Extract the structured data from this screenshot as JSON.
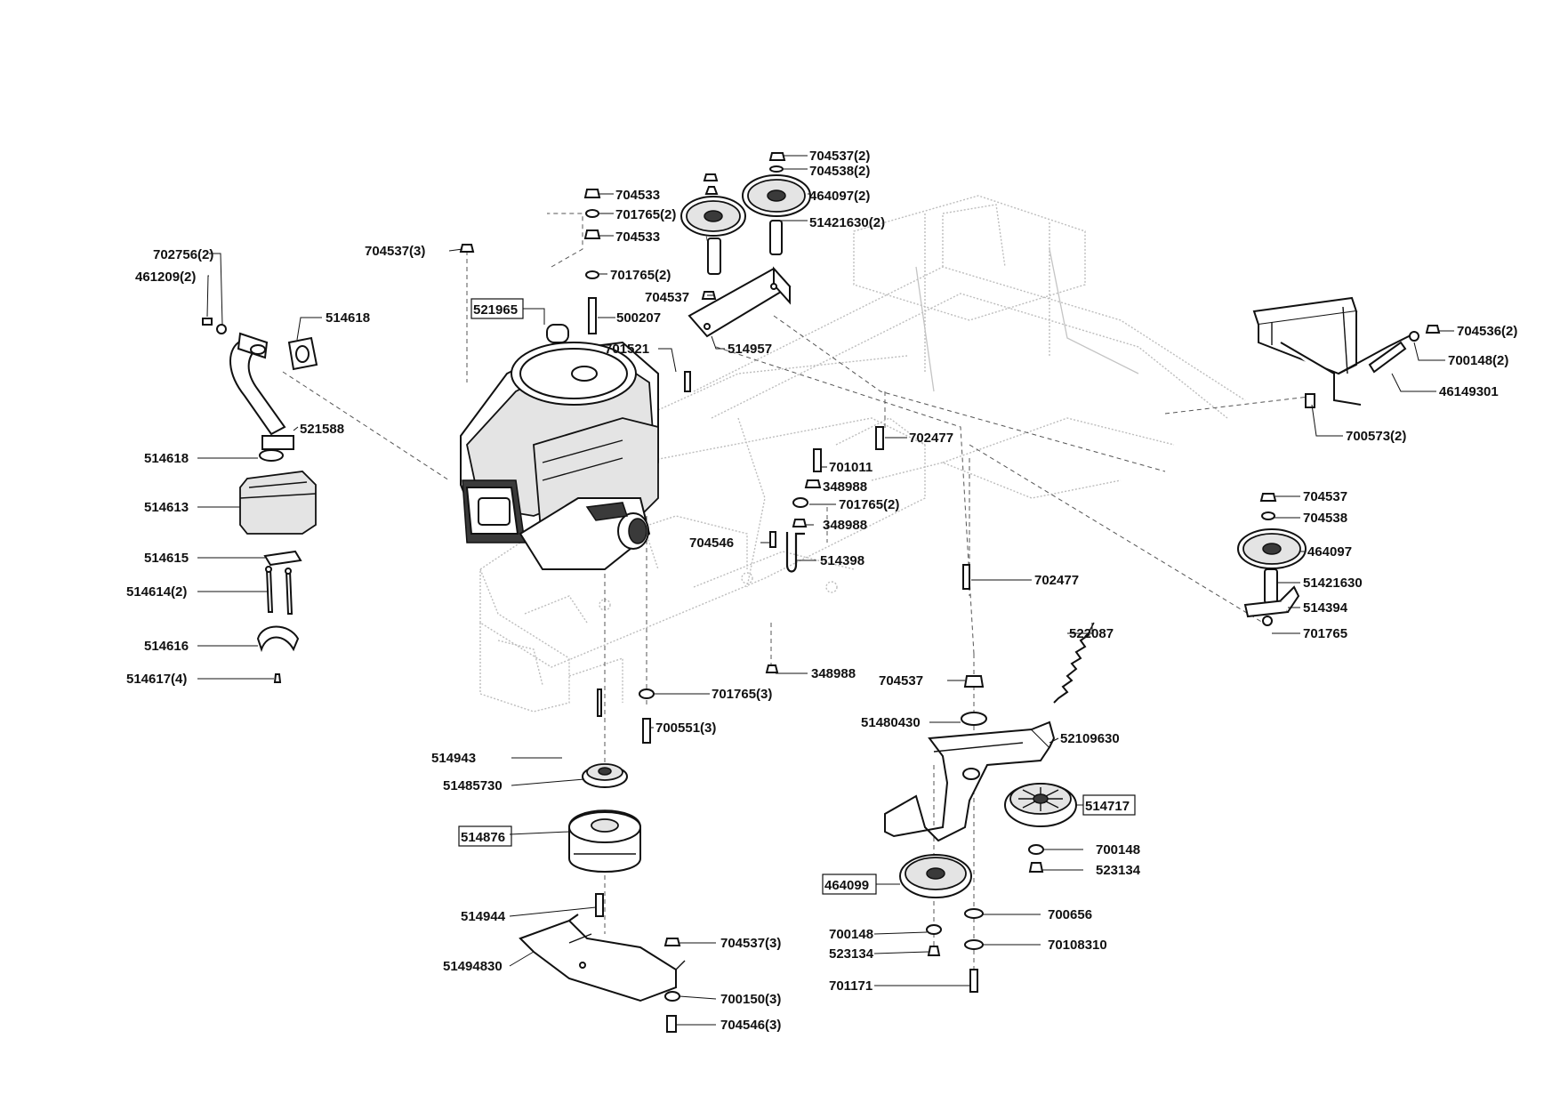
{
  "labels": {
    "l_704537_2": "704537(2)",
    "l_704538_2": "704538(2)",
    "l_464097_2": "464097(2)",
    "l_51421630_2": "51421630(2)",
    "l_704533_a": "704533",
    "l_701765_2_a": "701765(2)",
    "l_704533_b": "704533",
    "l_704537_3_top": "704537(3)",
    "l_701765_2_b": "701765(2)",
    "l_704537_mid": "704537",
    "l_521965": "521965",
    "l_500207": "500207",
    "l_514957": "514957",
    "l_701521": "701521",
    "l_702756_2": "702756(2)",
    "l_461209_2": "461209(2)",
    "l_514618_a": "514618",
    "l_521588": "521588",
    "l_514618_b": "514618",
    "l_514613": "514613",
    "l_514615": "514615",
    "l_514614_2": "514614(2)",
    "l_514616": "514616",
    "l_514617_4": "514617(4)",
    "l_702477_a": "702477",
    "l_701011": "701011",
    "l_348988_a": "348988",
    "l_701765_2_c": "701765(2)",
    "l_348988_b": "348988",
    "l_704546": "704546",
    "l_514398": "514398",
    "l_702477_b": "702477",
    "l_704536_2": "704536(2)",
    "l_700148_2": "700148(2)",
    "l_46149301": "46149301",
    "l_700573_2": "700573(2)",
    "l_704537_r": "704537",
    "l_704538_r": "704538",
    "l_464097_r": "464097",
    "l_51421630_r": "51421630",
    "l_514394": "514394",
    "l_701765_r": "701765",
    "l_522087": "522087",
    "l_348988_c": "348988",
    "l_704537_lo": "704537",
    "l_701765_3": "701765(3)",
    "l_51480430": "51480430",
    "l_700551_3": "700551(3)",
    "l_52109630": "52109630",
    "l_514943": "514943",
    "l_51485730": "51485730",
    "l_514717": "514717",
    "l_514876": "514876",
    "l_700148_a": "700148",
    "l_523134_a": "523134",
    "l_464099": "464099",
    "l_514944": "514944",
    "l_700656": "700656",
    "l_704537_3_lo": "704537(3)",
    "l_700148_b": "700148",
    "l_70108310": "70108310",
    "l_523134_b": "523134",
    "l_51494830": "51494830",
    "l_700150_3": "700150(3)",
    "l_701171": "701171",
    "l_704546_3": "704546(3)"
  }
}
